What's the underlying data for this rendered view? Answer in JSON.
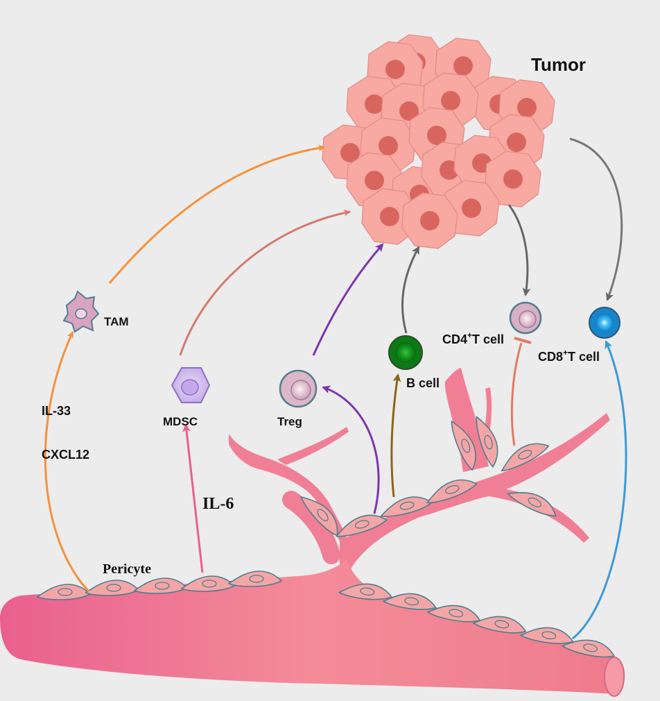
{
  "labels": {
    "tumor": "Tumor",
    "tam": "TAM",
    "il33": "IL-33",
    "cxcl12": "CXCL12",
    "mdsc": "MDSC",
    "il6": "IL-6",
    "treg": "Treg",
    "bcell": "B cell",
    "cd4_base": "CD4",
    "cd4_sup": "+",
    "cd4_tail": "T cell",
    "cd8_base": "CD8",
    "cd8_sup": "+",
    "cd8_tail": "T cell",
    "pericyte": "Pericyte"
  },
  "colors": {
    "background": "#ececec",
    "tumor_cell": "#f7a9a2",
    "tumor_nucleus": "#d9665e",
    "vessel": "#f07f95",
    "pericyte": "#f4a6a6",
    "tam_arrow": "#f7913a",
    "mdsc_arrow": "#d47a6e",
    "treg_arrow": "#7b35b0",
    "bcell_arrow": "#8a6514",
    "tumor_to_tcell_arrow": "#777777",
    "cd4_inhibit": "#e07a62",
    "cd8_arrow": "#3a9ad9",
    "il6_arrow": "#ea5f8b"
  }
}
